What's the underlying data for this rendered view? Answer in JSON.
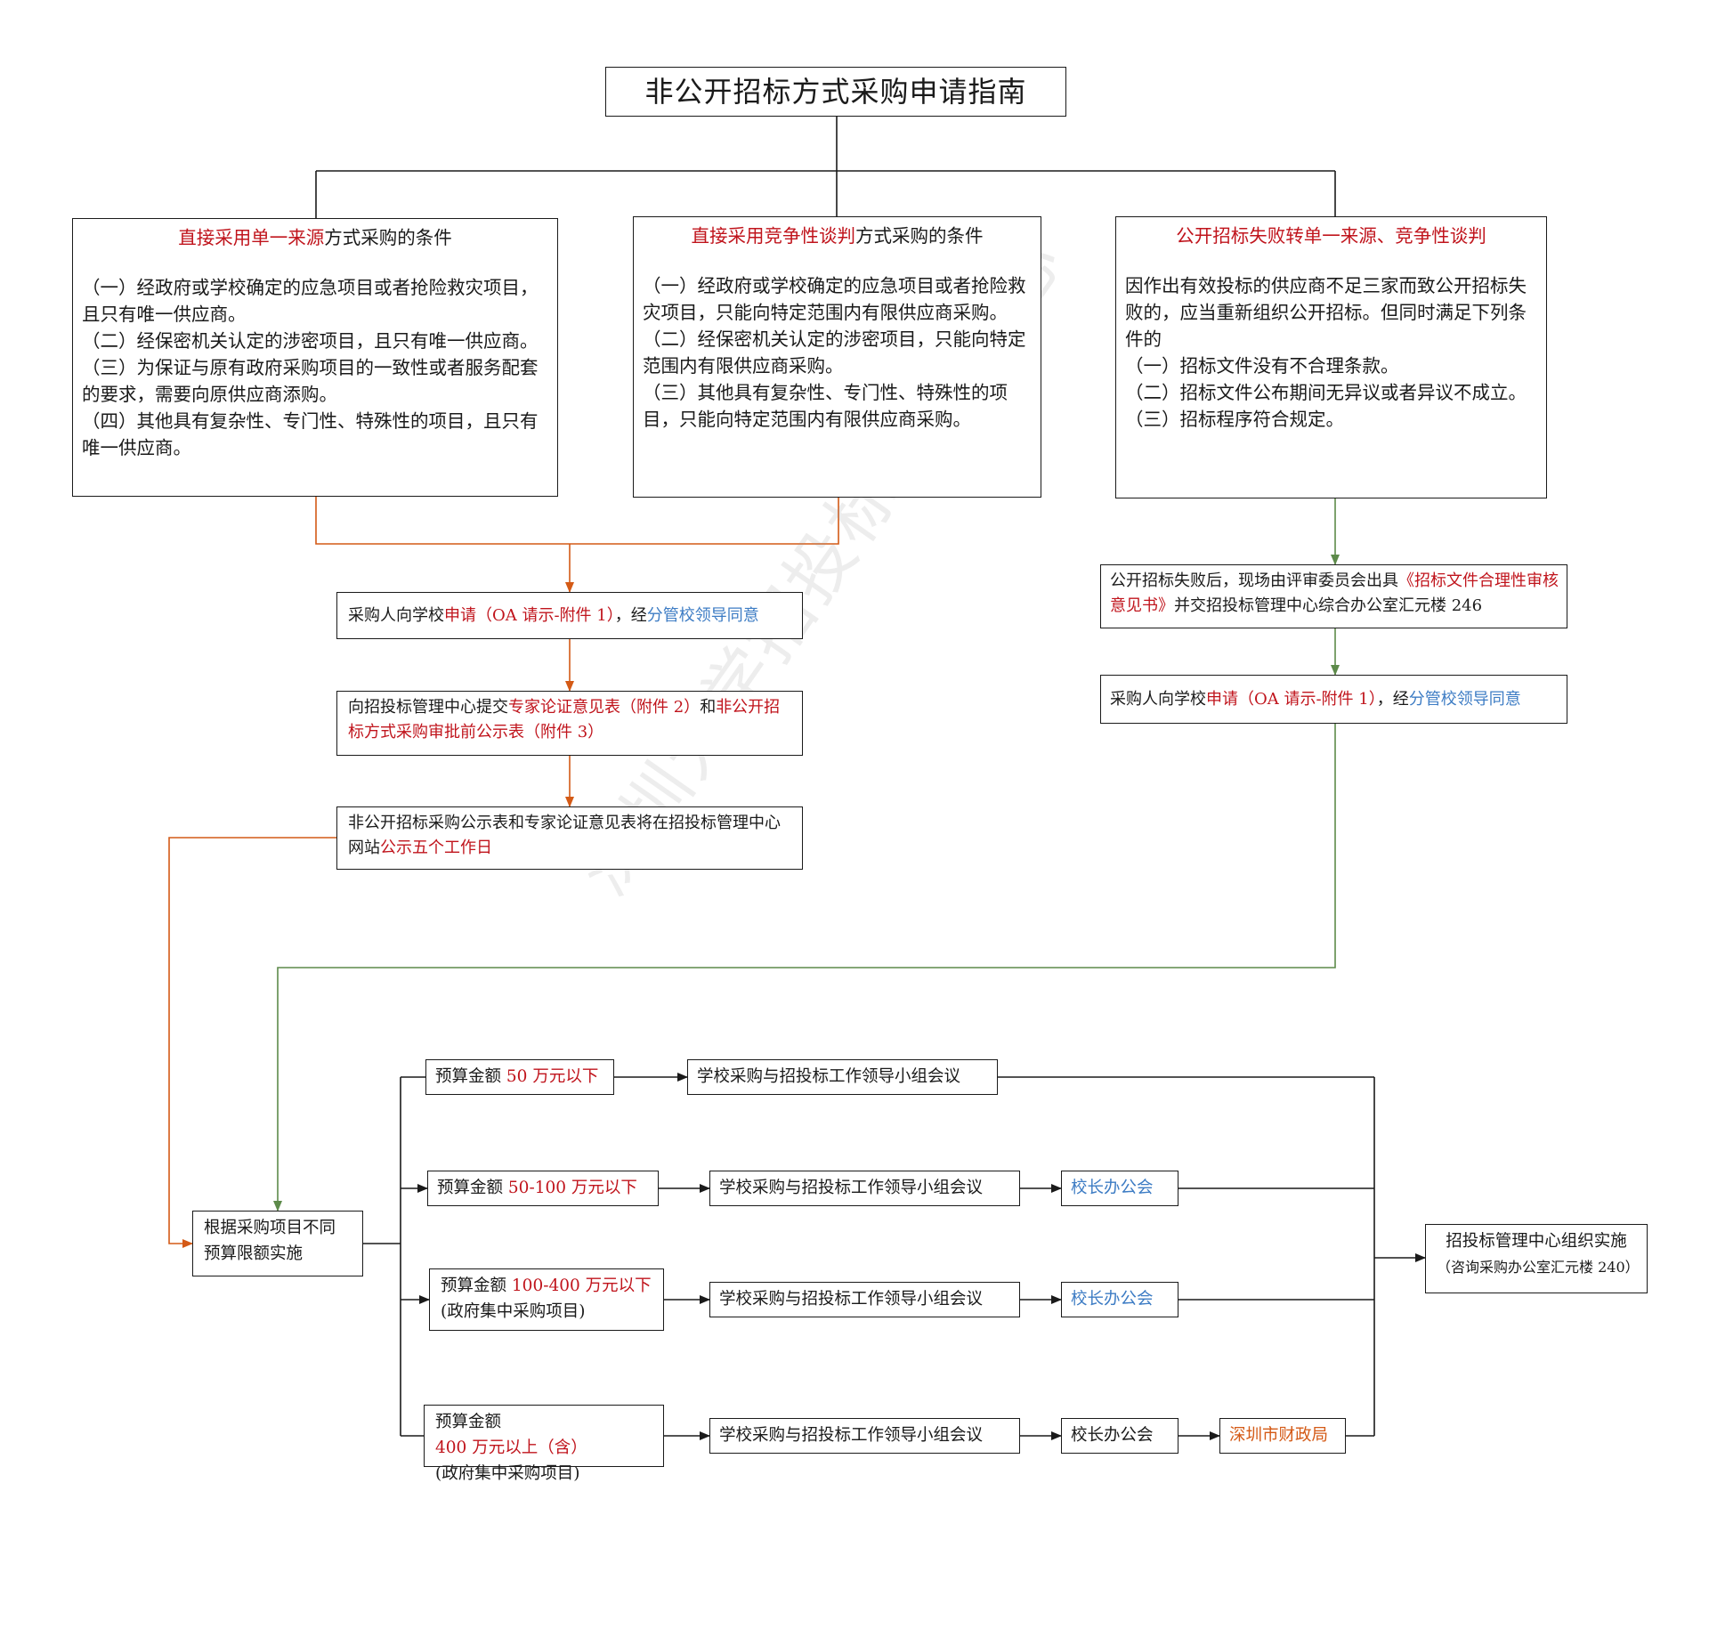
{
  "title": "非公开招标方式采购申请指南",
  "watermark": "深圳大学招投标管理中心",
  "colors": {
    "red": "#c0141c",
    "blue": "#3d7cc4",
    "orange": "#d45a16",
    "green": "#5d8a4a",
    "black": "#1a1a1a"
  },
  "cond_single": {
    "head_red": "直接采用单一来源",
    "head_black": "方式采购的条件",
    "items": [
      "（一）经政府或学校确定的应急项目或者抢险救灾项目，且只有唯一供应商。",
      "（二）经保密机关认定的涉密项目，且只有唯一供应商。",
      "（三）为保证与原有政府采购项目的一致性或者服务配套的要求，需要向原供应商添购。",
      "（四）其他具有复杂性、专门性、特殊性的项目，且只有唯一供应商。"
    ]
  },
  "cond_negotiate": {
    "head_red": "直接采用竞争性谈判",
    "head_black": "方式采购的条件",
    "items": [
      "（一）经政府或学校确定的应急项目或者抢险救灾项目，只能向特定范围内有限供应商采购。",
      "（二）经保密机关认定的涉密项目，只能向特定范围内有限供应商采购。",
      "（三）其他具有复杂性、专门性、特殊性的项目，只能向特定范围内有限供应商采购。"
    ]
  },
  "cond_failed": {
    "head_red": "公开招标失败转单一来源、竞争性谈判",
    "intro": "因作出有效投标的供应商不足三家而致公开招标失败的，应当重新组织公开招标。但同时满足下列条件的",
    "items": [
      "（一）招标文件没有不合理条款。",
      "（二）招标文件公布期间无异议或者异议不成立。",
      "（三）招标程序符合规定。"
    ]
  },
  "step_apply_left": {
    "p1": "采购人向学校",
    "p2": "申请（OA 请示-附件 1）",
    "p3": "，经",
    "p4": "分管校领导同意"
  },
  "step_submit": {
    "p1": "向招投标管理中心提交",
    "p2": "专家论证意见表（附件 2）",
    "p3": "和",
    "p4": "非公开招标方式采购审批前公示表（附件 3）"
  },
  "step_publicity": {
    "p1": "非公开招标采购公示表和专家论证意见表将在招投标管理中心网站",
    "p2": "公示五个工作日"
  },
  "step_failed_review": {
    "p1": "公开招标失败后，现场由评审委员会出具",
    "p2": "《招标文件合理性审核意见书》",
    "p3": "并交招投标管理中心综合办公室汇元楼 246"
  },
  "step_apply_right": {
    "p1": "采购人向学校",
    "p2": "申请（OA 请示-附件 1）",
    "p3": "，经",
    "p4": "分管校领导同意"
  },
  "budget_root": "根据采购项目不同预算限额实施",
  "tiers": [
    {
      "label_black": "预算金额",
      "label_red": "50 万元以下",
      "meeting": "学校采购与招投标工作领导小组会议"
    },
    {
      "label_black": "预算金额",
      "label_red": "50-100 万元以下",
      "meeting": "学校采购与招投标工作领导小组会议",
      "office": "校长办公会"
    },
    {
      "label_black": "预算金额",
      "label_red": "100-400 万元以下",
      "sub": "(政府集中采购项目)",
      "meeting": "学校采购与招投标工作领导小组会议",
      "office": "校长办公会"
    },
    {
      "label_black": "预算金额",
      "label_red": "400 万元以上（含）",
      "sub": "(政府集中采购项目)",
      "meeting": "学校采购与招投标工作领导小组会议",
      "office": "校长办公会",
      "finance": "深圳市财政局"
    }
  ],
  "final": {
    "title": "招投标管理中心组织实施",
    "note": "（咨询采购办公室汇元楼 240）"
  }
}
